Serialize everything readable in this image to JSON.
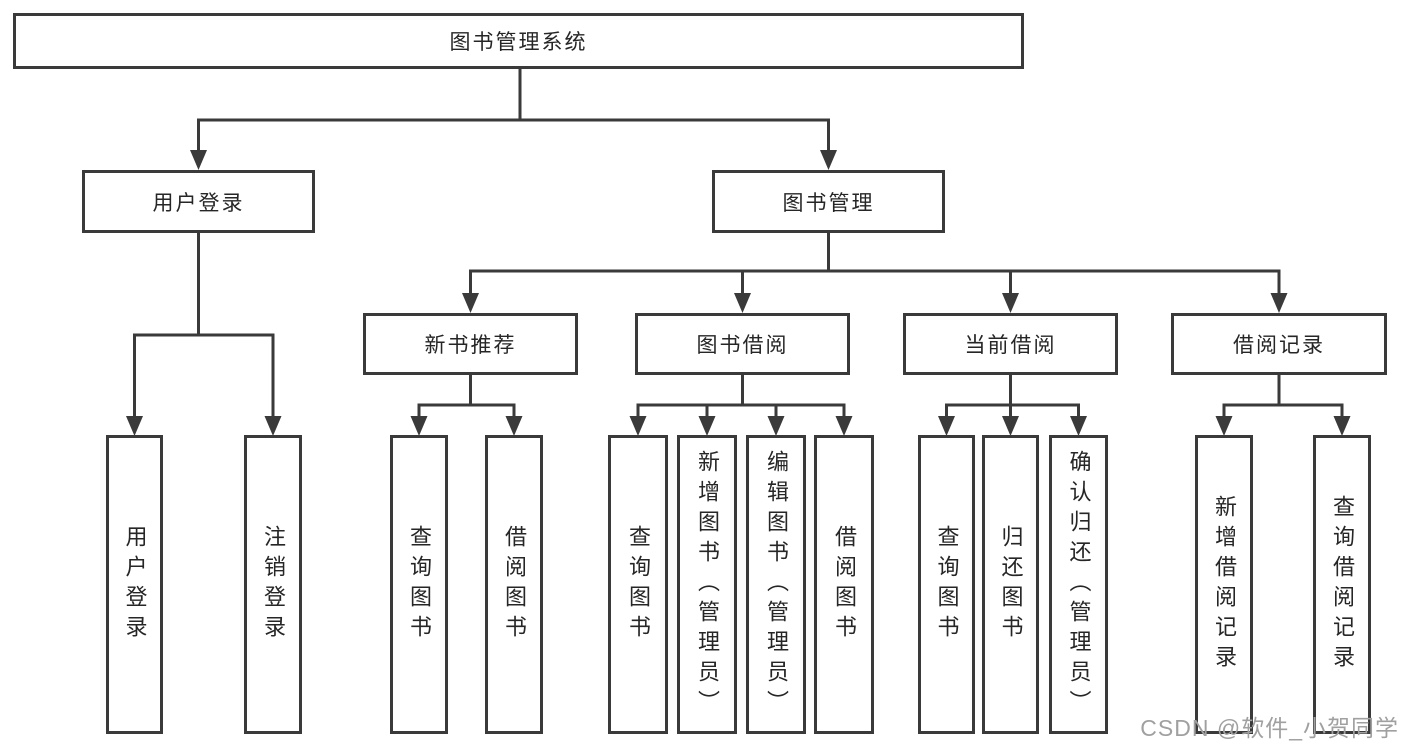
{
  "title": "图书管理系统",
  "watermark": "CSDN @软件_小贺同学",
  "colors": {
    "border": "#3a3a3a",
    "line": "#3a3a3a",
    "text": "#262626",
    "watermark": "#a0a0a0",
    "background": "#ffffff"
  },
  "tree": {
    "root": {
      "label": "图书管理系统"
    },
    "branches": [
      {
        "label": "用户登录",
        "leaves": [
          {
            "label": "用户登录"
          },
          {
            "label": "注销登录"
          }
        ]
      },
      {
        "label": "图书管理",
        "groups": [
          {
            "label": "新书推荐",
            "leaves": [
              {
                "label": "查询图书"
              },
              {
                "label": "借阅图书"
              }
            ]
          },
          {
            "label": "图书借阅",
            "leaves": [
              {
                "label": "查询图书"
              },
              {
                "label": "新增图书（管理员）"
              },
              {
                "label": "编辑图书（管理员）"
              },
              {
                "label": "借阅图书"
              }
            ]
          },
          {
            "label": "当前借阅",
            "leaves": [
              {
                "label": "查询图书"
              },
              {
                "label": "归还图书"
              },
              {
                "label": "确认归还（管理员）"
              }
            ]
          },
          {
            "label": "借阅记录",
            "leaves": [
              {
                "label": "新增借阅记录"
              },
              {
                "label": "查询借阅记录"
              }
            ]
          }
        ]
      }
    ]
  }
}
